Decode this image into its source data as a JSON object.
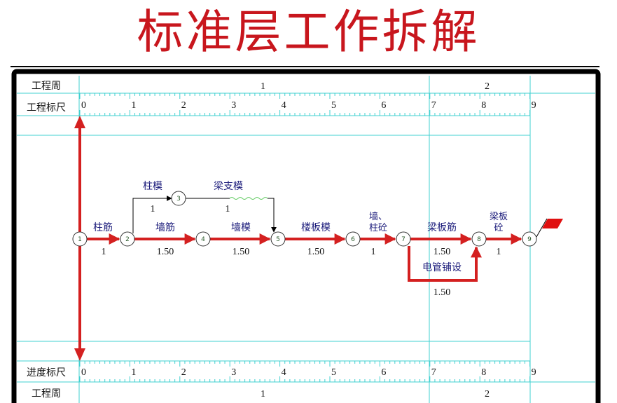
{
  "title": "标准层工作拆解",
  "rows": {
    "week_top": "工程周",
    "scale_top": "工程标尺",
    "scale_bottom": "进度标尺",
    "week_bottom": "工程周"
  },
  "weeks": [
    "1",
    "2"
  ],
  "scale_ticks": [
    "0",
    "1",
    "2",
    "3",
    "4",
    "5",
    "6",
    "7",
    "8",
    "9"
  ],
  "nodes": [
    "1",
    "2",
    "3",
    "4",
    "5",
    "6",
    "7",
    "8",
    "9"
  ],
  "activities": [
    {
      "from": "1",
      "to": "2",
      "name": "柱筋",
      "duration": "1",
      "critical": true
    },
    {
      "from": "2",
      "to": "3",
      "name": "柱模",
      "duration": "1",
      "critical": false
    },
    {
      "from": "3",
      "to": "5",
      "name": "梁支模",
      "duration": "1",
      "critical": false
    },
    {
      "from": "2",
      "to": "4",
      "name": "墙筋",
      "duration": "1.50",
      "critical": true
    },
    {
      "from": "4",
      "to": "5",
      "name": "墙模",
      "duration": "1.50",
      "critical": true
    },
    {
      "from": "5",
      "to": "6",
      "name": "楼板模",
      "duration": "1.50",
      "critical": true
    },
    {
      "from": "6",
      "to": "7",
      "name": "墙、柱砼",
      "duration": "1",
      "critical": true
    },
    {
      "from": "7",
      "to": "8",
      "name": "梁板筋",
      "duration": "1.50",
      "critical": true
    },
    {
      "from": "7",
      "to": "8",
      "name": "电管铺设",
      "duration": "1.50",
      "critical": true
    },
    {
      "from": "8",
      "to": "9",
      "name": "梁板砼",
      "duration": "1",
      "critical": true
    }
  ],
  "colors": {
    "critical": "#d42020",
    "grid": "#40d0d0",
    "title": "#c8161d"
  }
}
